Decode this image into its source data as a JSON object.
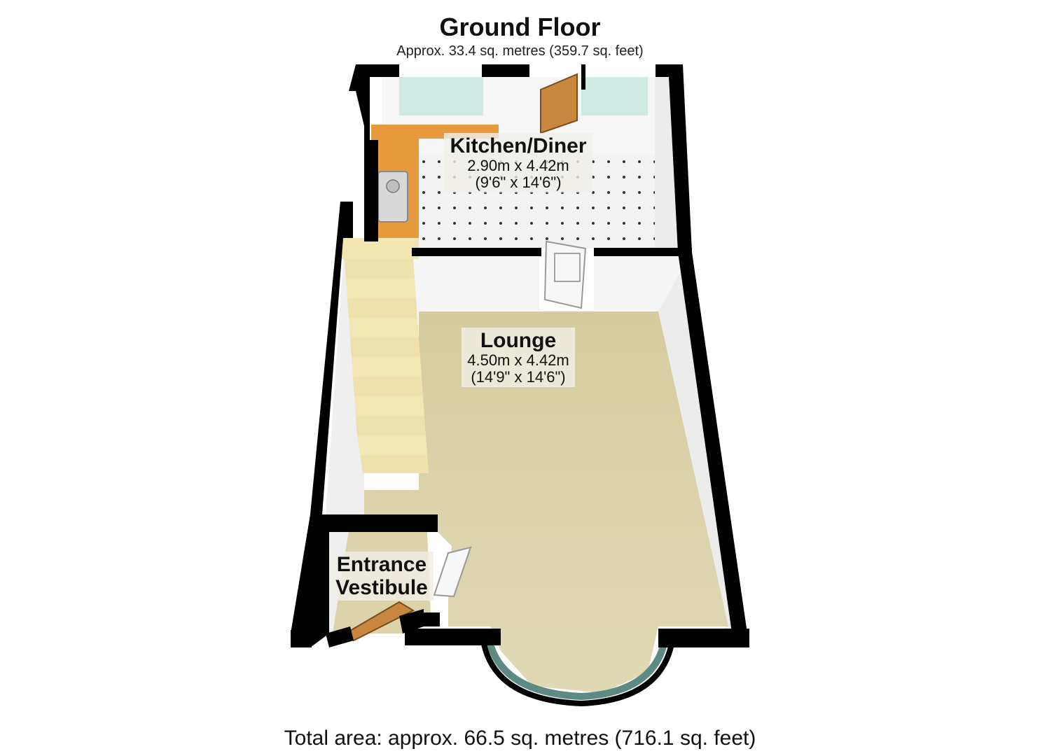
{
  "header": {
    "title": "Ground Floor",
    "subtitle": "Approx. 33.4 sq. metres (359.7 sq. feet)"
  },
  "rooms": [
    {
      "name": "Kitchen/Diner",
      "metric": "2.90m x 4.42m",
      "imperial": "(9'6\" x 14'6\")"
    },
    {
      "name": "Lounge",
      "metric": "4.50m x 4.42m",
      "imperial": "(14'9\" x 14'6\")"
    },
    {
      "name_line1": "Entrance",
      "name_line2": "Vestibule"
    }
  ],
  "footer": {
    "total": "Total area: approx. 66.5 sq. metres (716.1 sq. feet)"
  },
  "colors": {
    "wall": "#000000",
    "wall_face": "#f4f4f4",
    "carpet": "#d8cfa5",
    "kitchen_floor": "#f2f2f2",
    "worktop": "#e69a3c",
    "stairs": "#f2e6b3",
    "window": "#cfe9e3",
    "door": "#c8873f"
  }
}
